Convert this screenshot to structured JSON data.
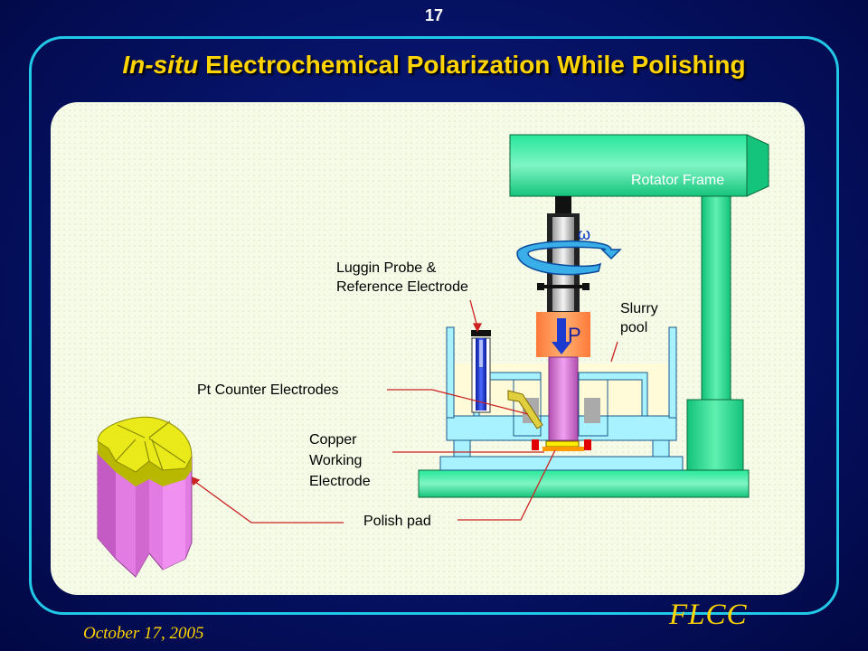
{
  "slide": {
    "number": "17",
    "title_italic": "In-situ",
    "title_rest": " Electrochemical Polarization While Polishing",
    "date": "October 17, 2005",
    "org": "FLCC"
  },
  "diagram": {
    "rotator_frame": "Rotator Frame",
    "omega": "ω",
    "pressure": "P",
    "luggin": "Luggin Probe &\nReference Electrode",
    "slurry": "Slurry\npool",
    "pt_counter": "Pt Counter Electrodes",
    "copper": "Copper\nWorking\nElectrode",
    "polish_pad": "Polish pad"
  },
  "colors": {
    "background": "#06146a",
    "frame": "#21c8e8",
    "title": "#ffd400",
    "rotator_green": "#19d98a",
    "cell_cyan": "#9ef0ff",
    "electrode_pink": "#e080e0",
    "pad_yellow": "#e8e800"
  }
}
